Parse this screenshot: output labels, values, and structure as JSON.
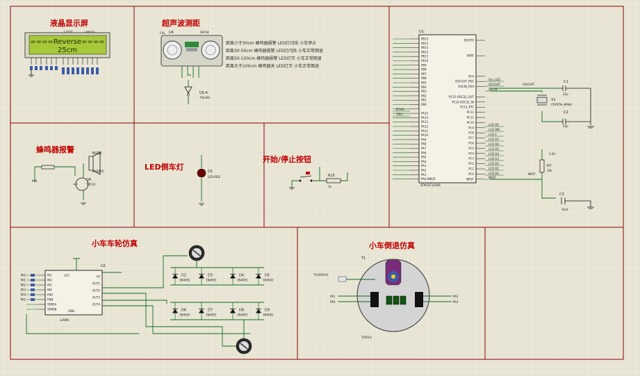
{
  "colors": {
    "background": "#e9e6d6",
    "grid": "#d9d5c2",
    "section_border": "#8b0000",
    "title_text": "#c00000",
    "wire": "#0e6a1e",
    "lcd_screen": "#a6c83a",
    "ic_fill": "#f4f1e6"
  },
  "sections": {
    "lcd_title": "液晶显示屏",
    "ultrasonic_title": "超声波测距",
    "buzzer_title": "蜂鸣器报警",
    "led_title": "LED倒车灯",
    "button_title": "开始/停止按钮",
    "wheel_title": "小车车轮仿真",
    "reverse_title": "小车倒退仿真"
  },
  "lcd": {
    "ref": "LCD1",
    "part": "LM016L",
    "line1": "====Reverse====",
    "line2": "25cm"
  },
  "ultrasonic": {
    "ref": "U4",
    "left_label": "CAL",
    "right_label": "SRF04",
    "inverter_ref": "U5:A",
    "inverter_part": "74LS04",
    "descriptions": [
      "距离小于30cm  蜂鸣器报警  LED灯闪烁  小车停止",
      "距离30-50cm  蜂鸣器报警  LED灯闪烁  小车正常倒退",
      "距离50-100cm  蜂鸣器报警  LED灯灭  小车正常倒退",
      "距离大于100cm  蜂鸣器关  LED灯灭  小车正常倒退"
    ]
  },
  "buzzer": {
    "ref": "BUZ1",
    "part": "BUZZER",
    "transistor_ref": "Q4",
    "transistor_part": "TIP122",
    "net": "PA8"
  },
  "led": {
    "ref": "D1",
    "part": "LED-RED"
  },
  "button": {
    "resistor_ref": "R15",
    "resistor_val": "1k"
  },
  "mcu": {
    "ref": "U1",
    "part": "STM32F103R6",
    "left_pins": [
      "PB15",
      "PB14",
      "PB13",
      "PB12",
      "PB11",
      "PB10",
      "PB9",
      "PB8",
      "PB7",
      "PB6",
      "PB5",
      "PB4",
      "PB3",
      "PB2",
      "PB1",
      "PB0",
      "",
      "PA15",
      "PA14",
      "PA13",
      "PA12",
      "PA11",
      "PA10",
      "PA9",
      "PA8",
      "PA7",
      "PA6",
      "PA5",
      "PA4",
      "PA3",
      "PA2",
      "PA1",
      "PA0-WKUP"
    ],
    "right_pins": [
      "BOOT0",
      "",
      "",
      "VBAT",
      "",
      "",
      "",
      "PC0",
      "OSCOUT_PD1",
      "OSCIN_PD0",
      "",
      "PC15-OSC32_OUT",
      "PC14-OSC32_IN",
      "PC13_RTC",
      "PC12",
      "PC11",
      "PC10",
      "PC9",
      "PC8",
      "PC7",
      "PC6",
      "PC5",
      "PC4",
      "PC3",
      "PC2",
      "PC1",
      "PC0",
      "NRST"
    ],
    "net_labels": [
      "Sys_LED",
      "OSCOUT",
      "OSCIN",
      "ECHO",
      "TRIG",
      "LCD RS",
      "LCD RW",
      "LCD E",
      "LCD D7",
      "LCD D6",
      "LCD D5",
      "LCD D4",
      "LCD D3",
      "LCD D2",
      "LCD D1",
      "LCD D0",
      "NRST"
    ]
  },
  "crystal": {
    "c1": "C1",
    "c1_val": "22p",
    "x1": "X1",
    "x1_val": "CRYSTAL-8MHz",
    "c2": "C2",
    "c2_val": "22p",
    "net_out": "OSCOUT",
    "net_in": "OSCIN"
  },
  "reset": {
    "r7": "R7",
    "r7_val": "10k",
    "vcc": "3.3V",
    "net": "NRST",
    "c3": "C3",
    "c3_val": "10uF"
  },
  "driver": {
    "ref": "U2",
    "part": "L298N",
    "left_pins": [
      "IN1",
      "IN2",
      "IN3",
      "IN4",
      "ENA",
      "ENB",
      "SENSA",
      "SENSB"
    ],
    "left_nets": [
      "PA0",
      "PA1",
      "PA2",
      "PA3",
      "PA4",
      "PA5",
      "",
      ""
    ],
    "right_pins": [
      "VS",
      "OUT1",
      "OUT2",
      "OUT3",
      "OUT4"
    ],
    "top_pins": [
      "VCC"
    ],
    "bottom_pin": "GND"
  },
  "diodes": [
    {
      "ref": "D2",
      "part": "1N4001"
    },
    {
      "ref": "D3",
      "part": "1N4001"
    },
    {
      "ref": "D4",
      "part": "1N4001"
    },
    {
      "ref": "D5",
      "part": "1N4001"
    },
    {
      "ref": "D6",
      "part": "1N4001"
    },
    {
      "ref": "D7",
      "part": "1N4001"
    },
    {
      "ref": "D8",
      "part": "1N4001"
    },
    {
      "ref": "D9",
      "part": "1N4001"
    }
  ],
  "turtle": {
    "ref": "T1",
    "part": "TURTLE",
    "sensor": "T1(SERVO)",
    "left_nets": [
      "PA1",
      "PA0"
    ],
    "right_nets": [
      "PA2",
      "PA3"
    ]
  }
}
